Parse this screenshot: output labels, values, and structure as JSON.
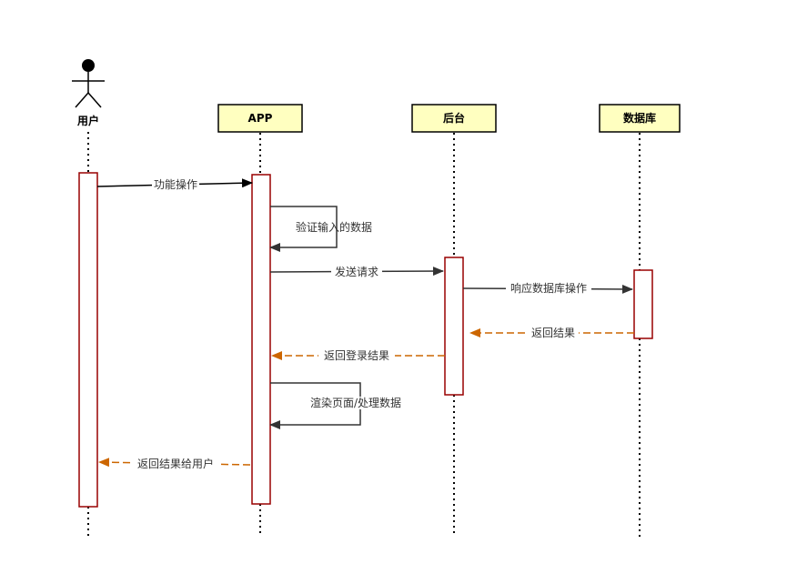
{
  "participants": {
    "user": "用户",
    "app": "APP",
    "backend": "后台",
    "database": "数据库"
  },
  "messages": {
    "m1": "功能操作",
    "m2": "验证输入的数据",
    "m3": "发送请求",
    "m4": "响应数据库操作",
    "m5": "返回结果",
    "m6": "返回登录结果",
    "m7": "渲染页面/处理数据",
    "m8": "返回结果给用户"
  },
  "colors": {
    "header_fill": "#ffffc0",
    "activation_border": "#990000",
    "return_arrow": "#cc6600",
    "call_arrow": "#333333"
  }
}
